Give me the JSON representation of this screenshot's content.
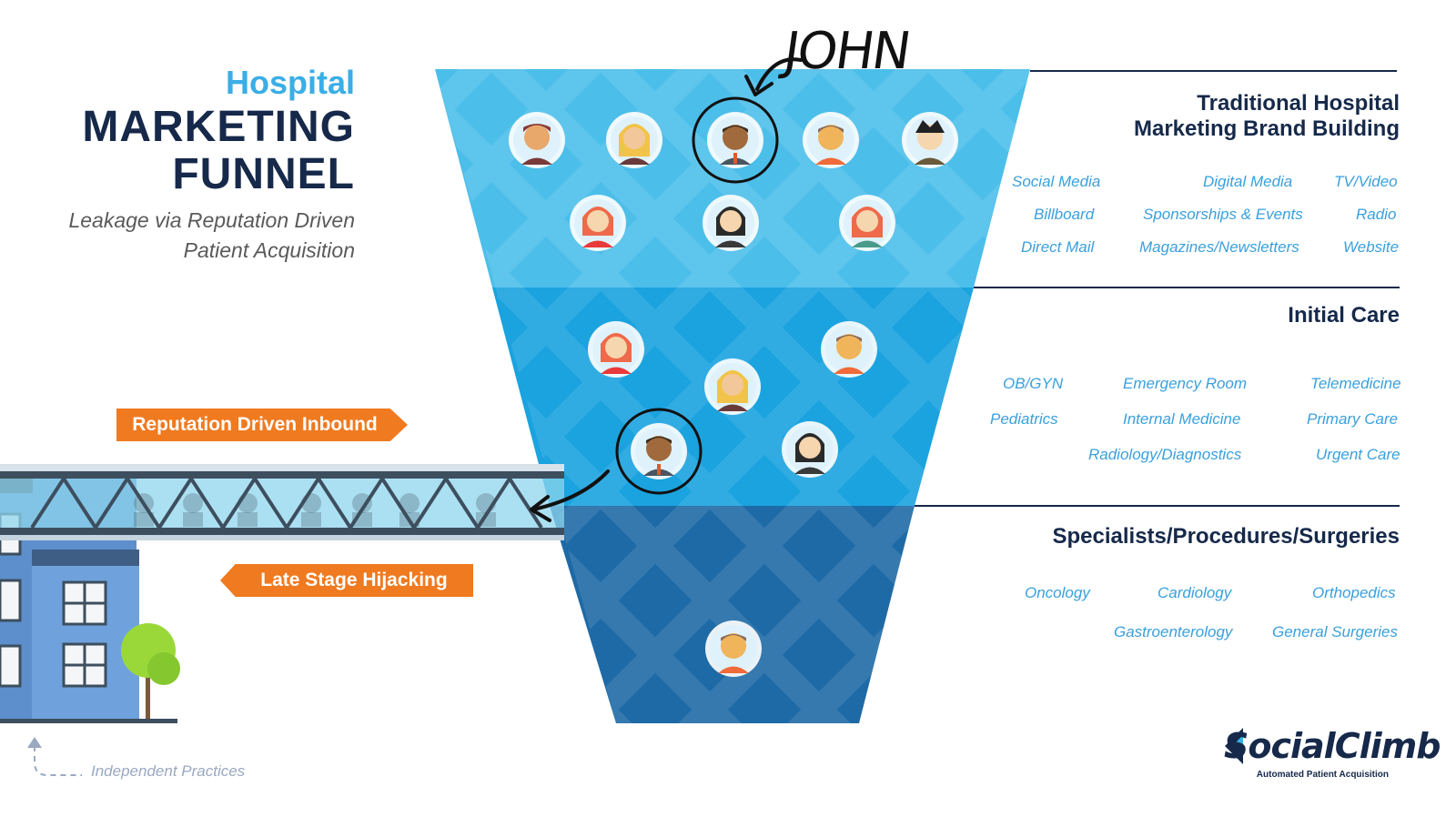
{
  "title": {
    "line1": "Hospital",
    "line2": "MARKETING",
    "line3": "FUNNEL",
    "subtitle_line1": "Leakage via Reputation Driven",
    "subtitle_line2": "Patient Acquisition"
  },
  "annotation": {
    "name": "JOHN"
  },
  "tags": {
    "inbound": "Reputation Driven Inbound",
    "late": "Late Stage Hijacking"
  },
  "stages": [
    {
      "title_line1": "Traditional Hospital",
      "title_line2": "Marketing Brand Building",
      "items": [
        "Social Media",
        "Digital Media",
        "TV/Video",
        "Billboard",
        "Sponsorships & Events",
        "Radio",
        "Direct Mail",
        "Magazines/Newsletters",
        "Website"
      ]
    },
    {
      "title_line1": "Initial Care",
      "items": [
        "OB/GYN",
        "Emergency Room",
        "Telemedicine",
        "Pediatrics",
        "Internal Medicine",
        "Primary Care",
        "Radiology/Diagnostics",
        "Urgent Care"
      ]
    },
    {
      "title_line1": "Specialists/Procedures/Surgeries",
      "items": [
        "Oncology",
        "Cardiology",
        "Orthopedics",
        "Gastroenterology",
        "General Surgeries"
      ]
    }
  ],
  "independent": "Independent Practices",
  "logo": {
    "name": "SocialClimb",
    "tagline": "Automated Patient Acquisition"
  },
  "colors": {
    "stage1": "#4cbeea",
    "stage2": "#1aa3df",
    "stage3": "#1e6aa6",
    "orange": "#f07a20",
    "navy": "#16294a",
    "accent_blue": "#3aa0dc"
  }
}
